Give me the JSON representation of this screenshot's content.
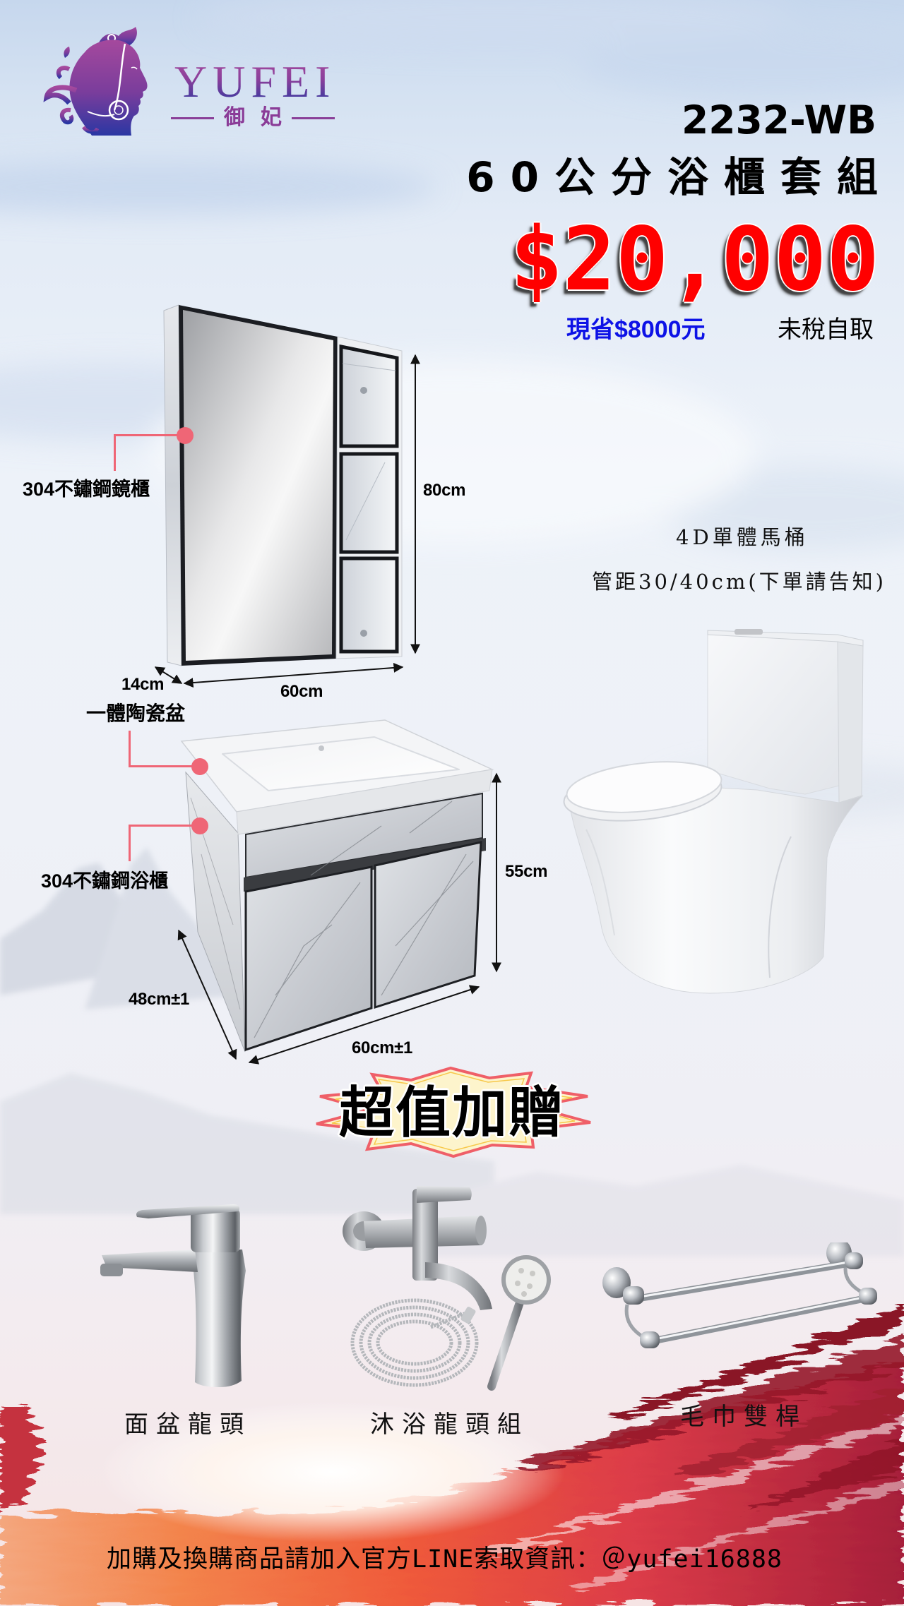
{
  "brand": {
    "logo_icon": "woman-profile-logo",
    "name_en": "YUFEI",
    "name_zh": "御妃"
  },
  "header": {
    "model": "2232-WB",
    "title": "60公分浴櫃套組",
    "price": "$20,000",
    "savings": "現省$8000元",
    "price_note": "未稅自取"
  },
  "mirror_cabinet": {
    "image": "mirror-cabinet-with-side-shelves",
    "label": "304不鏽鋼鏡櫃",
    "height": "80cm",
    "depth": "14cm",
    "width": "60cm"
  },
  "vanity": {
    "image": "vanity-cabinet-with-ceramic-basin",
    "basin_label": "一體陶瓷盆",
    "cabinet_label": "304不鏽鋼浴櫃",
    "height": "55cm",
    "depth": "48cm±1",
    "width": "60cm±1"
  },
  "toilet": {
    "image": "one-piece-toilet",
    "name": "4D單體馬桶",
    "spec": "管距30/40cm(下單請告知)"
  },
  "bonus": {
    "title": "超值加贈",
    "items": [
      {
        "label": "面盆龍頭",
        "icon": "basin-faucet"
      },
      {
        "label": "沐浴龍頭組",
        "icon": "shower-faucet-set"
      },
      {
        "label": "毛巾雙桿",
        "icon": "double-towel-bar"
      }
    ]
  },
  "footer": {
    "text": "加購及換購商品請加入官方LINE索取資訊：＠yufei16888"
  },
  "colors": {
    "brand_purple": "#9a4299",
    "brand_blue": "#2d36a0",
    "price_red": "#ff0000",
    "savings_blue": "#0d12e6",
    "callout_pink": "#ef6676",
    "burst_fill": "#fdf4cc",
    "burst_stroke": "#ef5f68",
    "text": "#000000"
  }
}
